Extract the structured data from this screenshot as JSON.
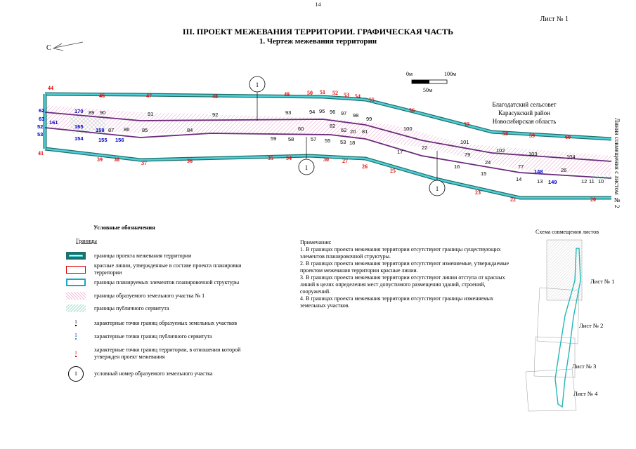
{
  "page_number": "14",
  "sheet_label": "Лист № 1",
  "title": "III. ПРОЕКТ МЕЖЕВАНИЯ ТЕРРИТОРИИ. ГРАФИЧЕСКАЯ ЧАСТЬ",
  "subtitle": "1. Чертеж межевания территории",
  "north_label": "С",
  "scale": {
    "start": "0м",
    "end": "100м",
    "mid": "50м"
  },
  "location": [
    "Благодатский сельсовет",
    "Карасукский район",
    "Новосибирская область"
  ],
  "join_line": "Линия совмещения с листом № 2",
  "parcel_markers": [
    "1",
    "1",
    "1"
  ],
  "red_points": [
    "44",
    "46",
    "47",
    "48",
    "49",
    "50",
    "51",
    "52",
    "53",
    "54",
    "55",
    "56",
    "57",
    "58",
    "59",
    "60",
    "41",
    "39",
    "38",
    "37",
    "36",
    "35",
    "34",
    "30",
    "27",
    "26",
    "25",
    "23",
    "22",
    "20"
  ],
  "black_points": [
    "89",
    "90",
    "91",
    "92",
    "93",
    "94",
    "95",
    "96",
    "97",
    "98",
    "99",
    "100",
    "101",
    "102",
    "103",
    "104",
    "87",
    "86",
    "85",
    "84",
    "60",
    "82",
    "62",
    "20",
    "81",
    "59",
    "58",
    "57",
    "55",
    "53",
    "18",
    "17",
    "22",
    "79",
    "24",
    "16",
    "15",
    "77",
    "14",
    "13",
    "26",
    "12",
    "11",
    "10"
  ],
  "blue_points": [
    "62",
    "63",
    "52",
    "53",
    "161",
    "170",
    "165",
    "158",
    "154",
    "155",
    "156",
    "148",
    "149"
  ],
  "colors": {
    "red": "#e00000",
    "teal": "#1aa7c8",
    "dark": "#1f6f6a",
    "purple": "#6a2a7a",
    "blue": "#0000c0",
    "pink": "#e6a0c8"
  },
  "legend": {
    "title": "Условные обозначения",
    "group": "Границы",
    "items": [
      {
        "icon": "thick-teal-frame",
        "text": "границы проекта межевания территории"
      },
      {
        "icon": "red-frame",
        "text": "красные линии, утвержденные в составе проекта планировки территории"
      },
      {
        "icon": "blue-frame",
        "text": "границы планируемых элементов планировочной структуры"
      },
      {
        "icon": "pink-hatch",
        "text": "границы образуемого земельного участка № 1"
      },
      {
        "icon": "green-hatch",
        "text": "границы публичного сервитута"
      },
      {
        "icon": "black-point",
        "symbol": "1",
        "text": "характерные точки границ образуемых земельных участков"
      },
      {
        "icon": "blue-point",
        "symbol": "1",
        "text": "характерные точки границ публичного сервитута"
      },
      {
        "icon": "red-point",
        "symbol": "1",
        "text": "характерные точки границ территории, в отношении которой утвержден проект межевания"
      },
      {
        "icon": "circle",
        "symbol": "1",
        "text": "условный номер образуемого земельного участка"
      }
    ]
  },
  "notes": {
    "title": "Примечания:",
    "items": [
      "1. В границах проекта межевания территории отсутствуют границы существующих элементов планировочной структуры.",
      "2. В границах проекта межевания территории отсутствуют изменяемые, утверждаемые проектом межевания территории красные линии.",
      "3. В границах проекта межевания территории отсутствуют линии отступа от красных линий в целях определения мест допустимого размещения зданий, строений, сооружений.",
      "4. В границах проекта межевания территории отсутствуют границы изменяемых земельных участков."
    ]
  },
  "scheme": {
    "title": "Схема совмещения листов",
    "sheets": [
      "Лист № 1",
      "Лист № 2",
      "Лист № 3",
      "Лист № 4"
    ]
  }
}
